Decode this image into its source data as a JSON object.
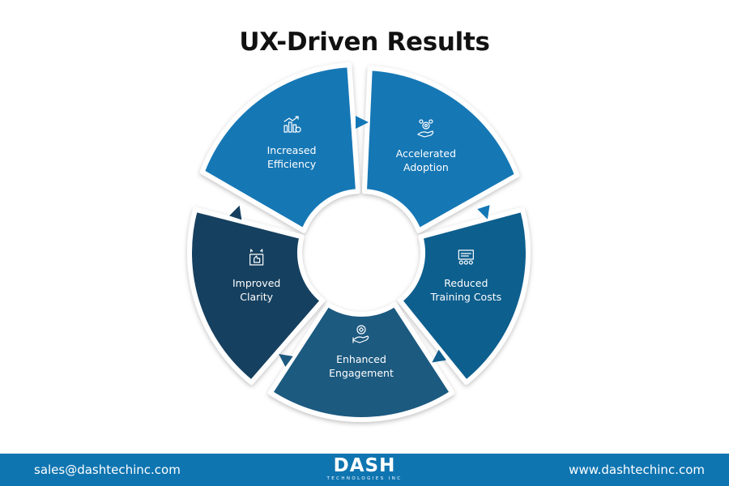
{
  "title": "UX-Driven Results",
  "colors": {
    "bright_blue": "#1377b5",
    "mid_blue": "#0f5e8e",
    "steel_blue": "#1e5a80",
    "dark_navy": "#163f5f",
    "footer_blue": "#0f75b1"
  },
  "segments": [
    {
      "lines": [
        "Increased",
        "Efficiency"
      ],
      "icon": "growth-chart-icon",
      "color": "#1377b5"
    },
    {
      "lines": [
        "Accelerated",
        "Adoption"
      ],
      "icon": "gear-hand-icon",
      "color": "#1377b5"
    },
    {
      "lines": [
        "Reduced",
        "Training Costs"
      ],
      "icon": "training-board-icon",
      "color": "#0f5e8e"
    },
    {
      "lines": [
        "Enhanced",
        "Engagement"
      ],
      "icon": "engagement-hand-icon",
      "color": "#1e5a80"
    },
    {
      "lines": [
        "Improved",
        "Clarity"
      ],
      "icon": "thumbs-up-icon",
      "color": "#163f5f"
    }
  ],
  "footer": {
    "email": "sales@dashtechinc.com",
    "logo_word": "DASH",
    "logo_sub": "TECHNOLOGIES INC",
    "website": "www.dashtechinc.com"
  }
}
